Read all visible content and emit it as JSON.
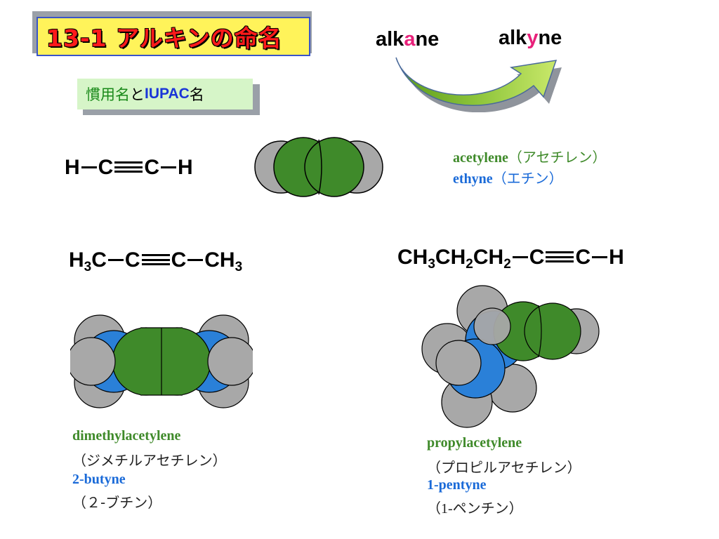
{
  "title": "13-1  アルキンの命名",
  "subtitle": {
    "part1": "慣用名",
    "part2": "と",
    "part3": "IUPAC",
    "part4": "名"
  },
  "alkane": {
    "pre": "alk",
    "hl": "a",
    "post": "ne"
  },
  "alkyne": {
    "pre": "alk",
    "hl": "y",
    "post": "ne"
  },
  "molecules": {
    "ethyne": {
      "formula": {
        "h1": "H",
        "c1": "C",
        "c2": "C",
        "h2": "H"
      },
      "common": "acetylene",
      "common_kana": "（アセチレン）",
      "iupac": "ethyne",
      "iupac_kana": "（エチン）"
    },
    "butyne": {
      "formula": {
        "left": "H",
        "left_sub": "3",
        "left_c": "C",
        "c1": "C",
        "c2": "C",
        "right": "CH",
        "right_sub": "3"
      },
      "common": "dimethylacetylene",
      "common_kana": "（ジメチルアセチレン）",
      "iupac": "2-butyne",
      "iupac_kana": "（２-ブチン）"
    },
    "pentyne": {
      "formula": {
        "p1": "CH",
        "s1": "3",
        "p2": "CH",
        "s2": "2",
        "p3": "CH",
        "s3": "2",
        "c1": "C",
        "c2": "C",
        "h": "H"
      },
      "common": "propylacetylene",
      "common_kana": "（プロピルアセチレン）",
      "iupac": "1-pentyne",
      "iupac_kana_a": "（1-",
      "iupac_kana_b": "ペンチン）"
    }
  },
  "colors": {
    "title_bg": "#fff35a",
    "title_text": "#ff1a1a",
    "title_border": "#3a55c8",
    "subtitle_bg": "#d6f5c8",
    "carbon_sp": "#3f8a2a",
    "carbon_sp3": "#2a80d8",
    "hydrogen": "#a8a8a8",
    "highlight": "#e8207a",
    "common_name": "#3f8a2a",
    "iupac_name": "#1a6ad8"
  }
}
